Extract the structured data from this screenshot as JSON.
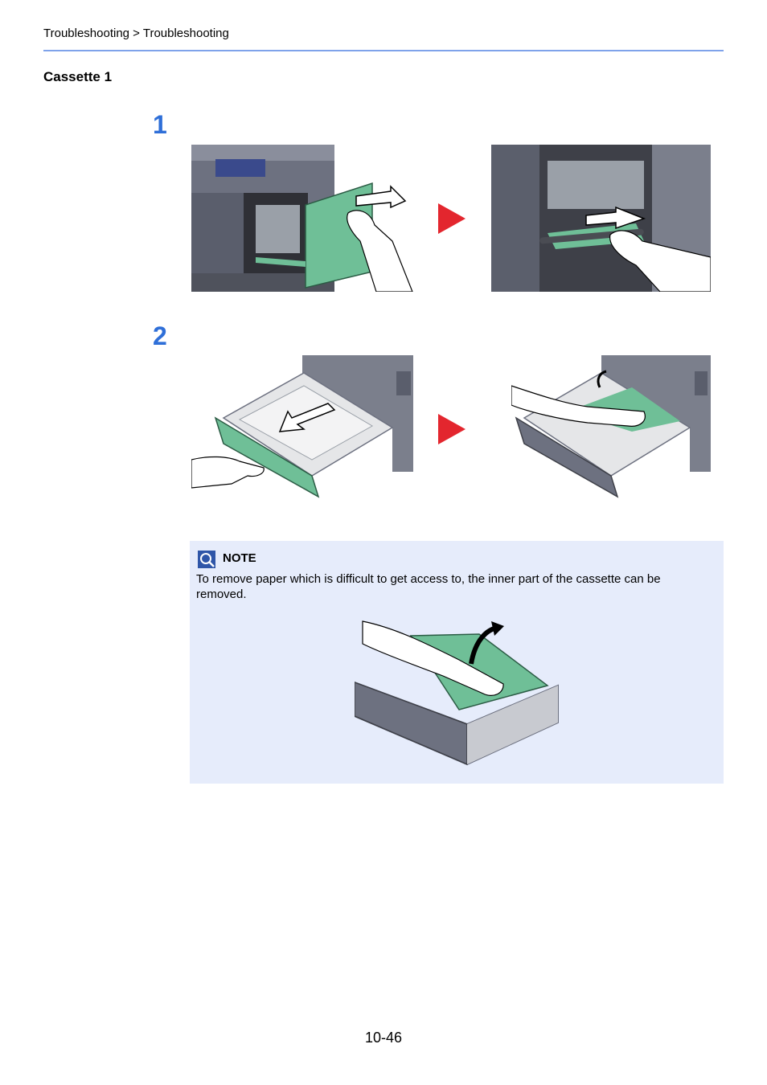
{
  "header": {
    "breadcrumb": "Troubleshooting > Troubleshooting",
    "accent_color": "#7fa3ea"
  },
  "section": {
    "title": "Cassette 1"
  },
  "steps": [
    {
      "number": "1"
    },
    {
      "number": "2"
    }
  ],
  "step_colors": {
    "number": "#2f6fd8",
    "arrow": "#e3262e",
    "part_green": "#6fbf97"
  },
  "note": {
    "label": "NOTE",
    "text": "To remove paper which is difficult to get access to, the inner part of the cassette can be removed.",
    "background": "#e6ecfb"
  },
  "footer": {
    "page_number": "10-46"
  }
}
